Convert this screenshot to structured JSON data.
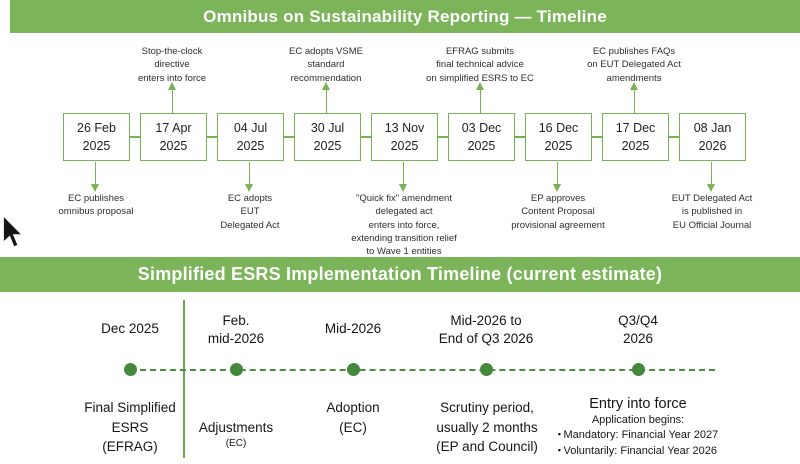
{
  "header": {
    "title": "Omnibus on Sustainability Reporting — Timeline"
  },
  "header2": {
    "title": "Simplified ESRS Implementation Timeline (current estimate)"
  },
  "colors": {
    "band_green": "#7cb45a",
    "line_green": "#77b255",
    "dot_green": "#44883c"
  },
  "timeline1": {
    "boxes": [
      {
        "date": "26 Feb\n2025"
      },
      {
        "date": "17 Apr\n2025"
      },
      {
        "date": "04 Jul\n2025"
      },
      {
        "date": "30 Jul\n2025"
      },
      {
        "date": "13 Nov\n2025"
      },
      {
        "date": "03 Dec\n2025"
      },
      {
        "date": "16 Dec\n2025"
      },
      {
        "date": "17 Dec\n2025"
      },
      {
        "date": "08 Jan\n2026"
      }
    ],
    "notes_above": [
      {
        "text": "Stop-the-clock\ndirective\nenters into force"
      },
      {
        "text": "EC adopts VSME\nstandard\nrecommendation"
      },
      {
        "text": "EFRAG submits\nfinal technical advice\non simplified ESRS to EC"
      },
      {
        "text": "EC publishes FAQs\non EUT Delegated Act\namendments"
      }
    ],
    "notes_below": [
      {
        "text": "EC publishes\nomnibus proposal"
      },
      {
        "text": "EC adopts\nEUT\nDelegated Act"
      },
      {
        "text": "\"Quick fix\" amendment\ndelegated act\nenters into force,\nextending transition relief\nto Wave 1 entities"
      },
      {
        "text": "EP approves\nContent Proposal\nprovisional agreement"
      },
      {
        "text": "EUT Delegated Act\nis published in\nEU Official Journal"
      }
    ]
  },
  "timeline2": {
    "milestones": [
      {
        "when": "Dec 2025",
        "what": "Final Simplified\nESRS\n(EFRAG)"
      },
      {
        "when": "Feb.\nmid-2026",
        "what": "Adjustments",
        "sub": "(EC)"
      },
      {
        "when": "Mid-2026",
        "what": "Adoption\n(EC)"
      },
      {
        "when": "Mid-2026 to\nEnd of Q3 2026",
        "what": "Scrutiny period,\nusually 2 months\n(EP and Council)"
      },
      {
        "when": "Q3/Q4\n2026",
        "what": "Entry into force",
        "sub": "Application begins:",
        "bullets": [
          "Mandatory: Financial Year 2027",
          "Voluntarily: Financial Year 2026"
        ]
      }
    ]
  }
}
